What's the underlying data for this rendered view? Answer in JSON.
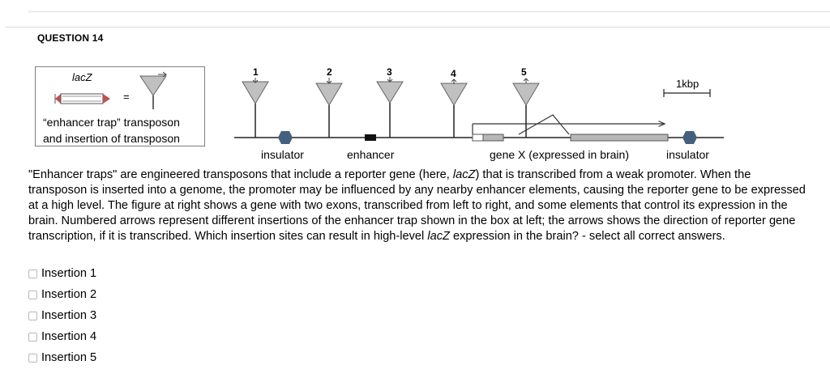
{
  "question": {
    "title": "QUESTION 14"
  },
  "legend": {
    "gene_label": "lacZ",
    "equals": "=",
    "transposon_line1": "“enhancer trap” transposon",
    "transposon_line2": "and insertion of transposon"
  },
  "diagram": {
    "insertions": [
      "1",
      "2",
      "3",
      "4",
      "5"
    ],
    "labels": {
      "insulator_left": "insulator",
      "enhancer": "enhancer",
      "gene_x": "gene X (expressed in brain)",
      "insulator_right": "insulator"
    },
    "scale_label": "1kbp",
    "colors": {
      "insulator": "#44607c",
      "triangle": "#c0c0c0",
      "exon": "#b7b7b7",
      "arrow_red": "#c0504d"
    }
  },
  "body": {
    "s1": "\"Enhancer traps\" are engineered transposons that include a reporter gene (here, ",
    "lacz1": "lacZ",
    "s2": ") that is transcribed from a weak promoter.  When the transposon is inserted into a genome, the promoter may be influenced by any nearby enhancer elements, causing the reporter gene to be expressed at a high level. The figure at right shows a gene with two exons, transcribed from left to right, and some elements that control its expression in the brain.  Numbered arrows represent different insertions of the enhancer trap shown in the box at left; the arrows shows the direction of reporter gene transcription, if it is transcribed.  Which insertion sites can result in high-level ",
    "lacz2": "lacZ",
    "s3": " expression in the brain? - select all correct answers."
  },
  "answers": [
    "Insertion 1",
    "Insertion 2",
    "Insertion 3",
    "Insertion 4",
    "Insertion 5"
  ]
}
